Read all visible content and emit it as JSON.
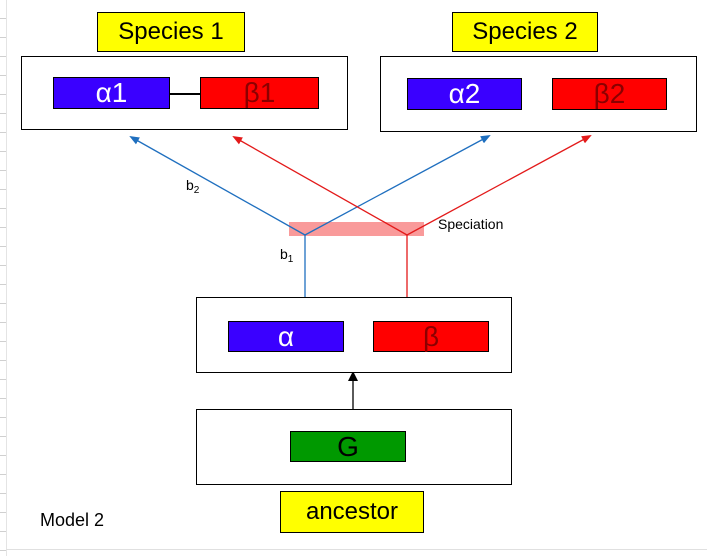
{
  "species1": {
    "label": "Species 1",
    "gene_a": "α1",
    "gene_b": "β1"
  },
  "species2": {
    "label": "Species 2",
    "gene_a": "α2",
    "gene_b": "β2"
  },
  "ancestor_pair": {
    "gene_a": "α",
    "gene_b": "β"
  },
  "ancestor": {
    "label": "ancestor",
    "gene": "G"
  },
  "branch_labels": {
    "b2_main": "b",
    "b2_sub": "2",
    "b1_main": "b",
    "b1_sub": "1"
  },
  "speciation_label": "Speciation",
  "model_label": "Model 2",
  "colors": {
    "alpha": "#3a00ff",
    "beta": "#ff0000",
    "g": "#009900",
    "label_bg": "#ffff00",
    "speciation_band": "#f99a9a",
    "alpha_line": "#1f6fbf",
    "beta_line": "#e31a1a"
  }
}
